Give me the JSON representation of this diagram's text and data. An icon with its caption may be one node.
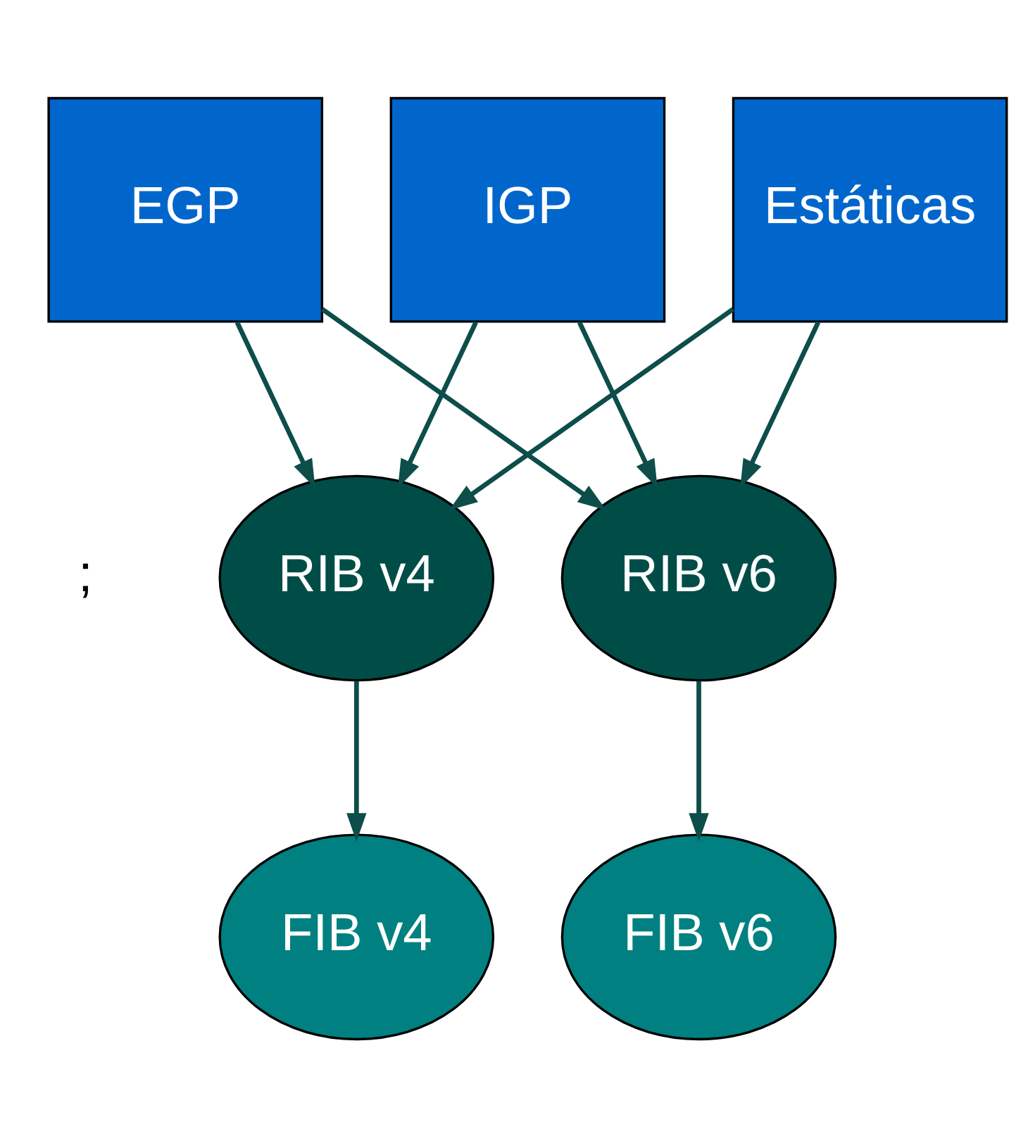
{
  "diagram": {
    "nodes": [
      {
        "text": [
          "EGP"
        ]
      },
      {
        "text": [
          "IGP"
        ]
      },
      {
        "text": [
          "Estáticas"
        ]
      },
      {
        "text": [
          "RIB v4"
        ]
      },
      {
        "text": [
          "RIB v6"
        ]
      },
      {
        "text": [
          "FIB v4"
        ]
      },
      {
        "text": [
          "FIB v6"
        ]
      }
    ],
    "edges": [
      {
        "from": 0,
        "to": 3,
        "arrow": "to"
      },
      {
        "from": 0,
        "to": 4,
        "arrow": "to"
      },
      {
        "from": 1,
        "to": 3,
        "arrow": "to"
      },
      {
        "from": 1,
        "to": 4,
        "arrow": "to"
      },
      {
        "from": 2,
        "to": 3,
        "arrow": "to"
      },
      {
        "from": 2,
        "to": 4,
        "arrow": "to"
      },
      {
        "from": 3,
        "to": 5,
        "arrow": "to"
      },
      {
        "from": 4,
        "to": 6,
        "arrow": "to"
      }
    ],
    "labels": [
      ";"
    ]
  }
}
